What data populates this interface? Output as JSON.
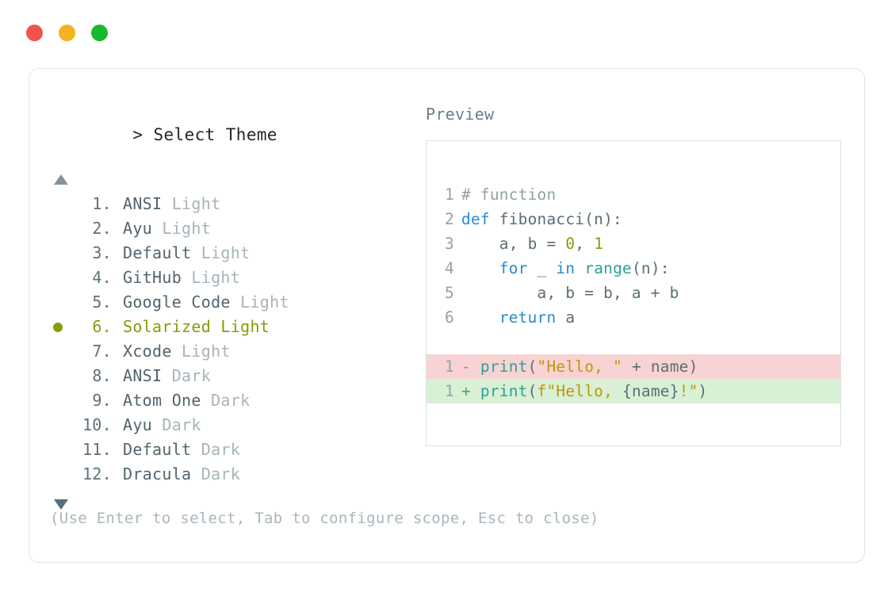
{
  "window": {
    "controls": [
      {
        "name": "close",
        "color": "#F0544C"
      },
      {
        "name": "minimize",
        "color": "#F4B223"
      },
      {
        "name": "maximize",
        "color": "#18B92D"
      }
    ]
  },
  "selector": {
    "prompt_symbol": ">",
    "title": "Select Theme",
    "scroll_up_icon": "triangle-up",
    "scroll_down_icon": "triangle-down",
    "selected_index": 6,
    "items": [
      {
        "number": "1.",
        "name": "ANSI",
        "variant": "Light",
        "selected": false
      },
      {
        "number": "2.",
        "name": "Ayu",
        "variant": "Light",
        "selected": false
      },
      {
        "number": "3.",
        "name": "Default",
        "variant": "Light",
        "selected": false
      },
      {
        "number": "4.",
        "name": "GitHub",
        "variant": "Light",
        "selected": false
      },
      {
        "number": "5.",
        "name": "Google Code",
        "variant": "Light",
        "selected": false
      },
      {
        "number": "6.",
        "name": "Solarized",
        "variant": "Light",
        "selected": true
      },
      {
        "number": "7.",
        "name": "Xcode",
        "variant": "Light",
        "selected": false
      },
      {
        "number": "8.",
        "name": "ANSI",
        "variant": "Dark",
        "selected": false
      },
      {
        "number": "9.",
        "name": "Atom One",
        "variant": "Dark",
        "selected": false
      },
      {
        "number": "10.",
        "name": "Ayu",
        "variant": "Dark",
        "selected": false
      },
      {
        "number": "11.",
        "name": "Default",
        "variant": "Dark",
        "selected": false
      },
      {
        "number": "12.",
        "name": "Dracula",
        "variant": "Dark",
        "selected": false
      }
    ],
    "hint": "(Use Enter to select, Tab to configure scope, Esc to close)"
  },
  "preview": {
    "label": "Preview",
    "code_lines": [
      {
        "number": "1",
        "tokens": [
          {
            "text": "# function",
            "type": "comment"
          }
        ]
      },
      {
        "number": "2",
        "tokens": [
          {
            "text": "def ",
            "type": "keyword"
          },
          {
            "text": "fibonacci(n):",
            "type": "plain"
          }
        ]
      },
      {
        "number": "3",
        "tokens": [
          {
            "text": "    a, b = ",
            "type": "plain"
          },
          {
            "text": "0",
            "type": "number"
          },
          {
            "text": ", ",
            "type": "plain"
          },
          {
            "text": "1",
            "type": "number"
          }
        ]
      },
      {
        "number": "4",
        "tokens": [
          {
            "text": "    ",
            "type": "plain"
          },
          {
            "text": "for",
            "type": "keyword"
          },
          {
            "text": " _ ",
            "type": "plain"
          },
          {
            "text": "in",
            "type": "keyword"
          },
          {
            "text": " ",
            "type": "plain"
          },
          {
            "text": "range",
            "type": "func"
          },
          {
            "text": "(n):",
            "type": "plain"
          }
        ]
      },
      {
        "number": "5",
        "tokens": [
          {
            "text": "        a, b = b, a + b",
            "type": "plain"
          }
        ]
      },
      {
        "number": "6",
        "tokens": [
          {
            "text": "    ",
            "type": "plain"
          },
          {
            "text": "return",
            "type": "keyword"
          },
          {
            "text": " a",
            "type": "plain"
          }
        ]
      }
    ],
    "diff_lines": [
      {
        "number": "1",
        "kind": "deletion",
        "marker": "-",
        "background": "#F8D3D3",
        "tokens": [
          {
            "text": "print",
            "type": "func"
          },
          {
            "text": "(",
            "type": "plain"
          },
          {
            "text": "\"Hello, \"",
            "type": "string"
          },
          {
            "text": " + name)",
            "type": "plain"
          }
        ]
      },
      {
        "number": "1",
        "kind": "addition",
        "marker": "+",
        "background": "#D8F0D4",
        "tokens": [
          {
            "text": "print",
            "type": "func"
          },
          {
            "text": "(",
            "type": "plain"
          },
          {
            "text": "f\"Hello, ",
            "type": "string"
          },
          {
            "text": "{name}",
            "type": "plain"
          },
          {
            "text": "!\"",
            "type": "string"
          },
          {
            "text": ")",
            "type": "plain"
          }
        ]
      }
    ]
  }
}
